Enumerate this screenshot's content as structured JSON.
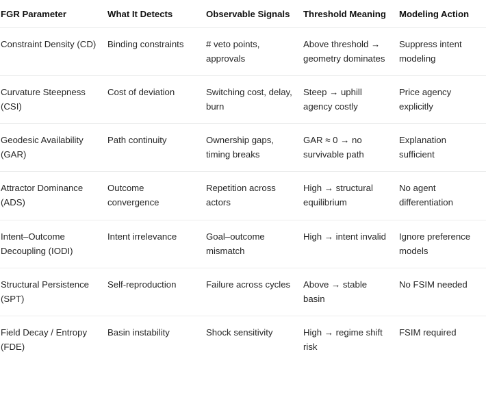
{
  "table": {
    "columns": [
      "FGR Parameter",
      "What It Detects",
      "Observable Signals",
      "Threshold Meaning",
      "Modeling Action"
    ],
    "rows": [
      {
        "parameter": "Constraint Density (CD)",
        "detects": "Binding constraints",
        "signals": "# veto points, approvals",
        "threshold": "Above threshold → geometry dominates",
        "action": "Suppress intent modeling"
      },
      {
        "parameter": "Curvature Steepness (CSI)",
        "detects": "Cost of deviation",
        "signals": "Switching cost, delay, burn",
        "threshold": "Steep → uphill agency costly",
        "action": "Price agency explicitly"
      },
      {
        "parameter": "Geodesic Availability (GAR)",
        "detects": "Path continuity",
        "signals": "Ownership gaps, timing breaks",
        "threshold": "GAR ≈ 0 → no survivable path",
        "action": "Explanation sufficient"
      },
      {
        "parameter": "Attractor Dominance (ADS)",
        "detects": "Outcome convergence",
        "signals": "Repetition across actors",
        "threshold": "High → structural equilibrium",
        "action": "No agent differentiation"
      },
      {
        "parameter": "Intent–Outcome Decoupling (IODI)",
        "detects": "Intent irrelevance",
        "signals": "Goal–outcome mismatch",
        "threshold": "High → intent invalid",
        "action": "Ignore preference models"
      },
      {
        "parameter": "Structural Persistence (SPT)",
        "detects": "Self-reproduction",
        "signals": "Failure across cycles",
        "threshold": "Above → stable basin",
        "action": "No FSIM needed"
      },
      {
        "parameter": "Field Decay / Entropy (FDE)",
        "detects": "Basin instability",
        "signals": "Shock sensitivity",
        "threshold": "High → regime shift risk",
        "action": "FSIM required"
      }
    ]
  },
  "colors": {
    "background": "#ffffff",
    "header_text": "#111111",
    "body_text": "#262626",
    "row_divider": "#eceded"
  }
}
